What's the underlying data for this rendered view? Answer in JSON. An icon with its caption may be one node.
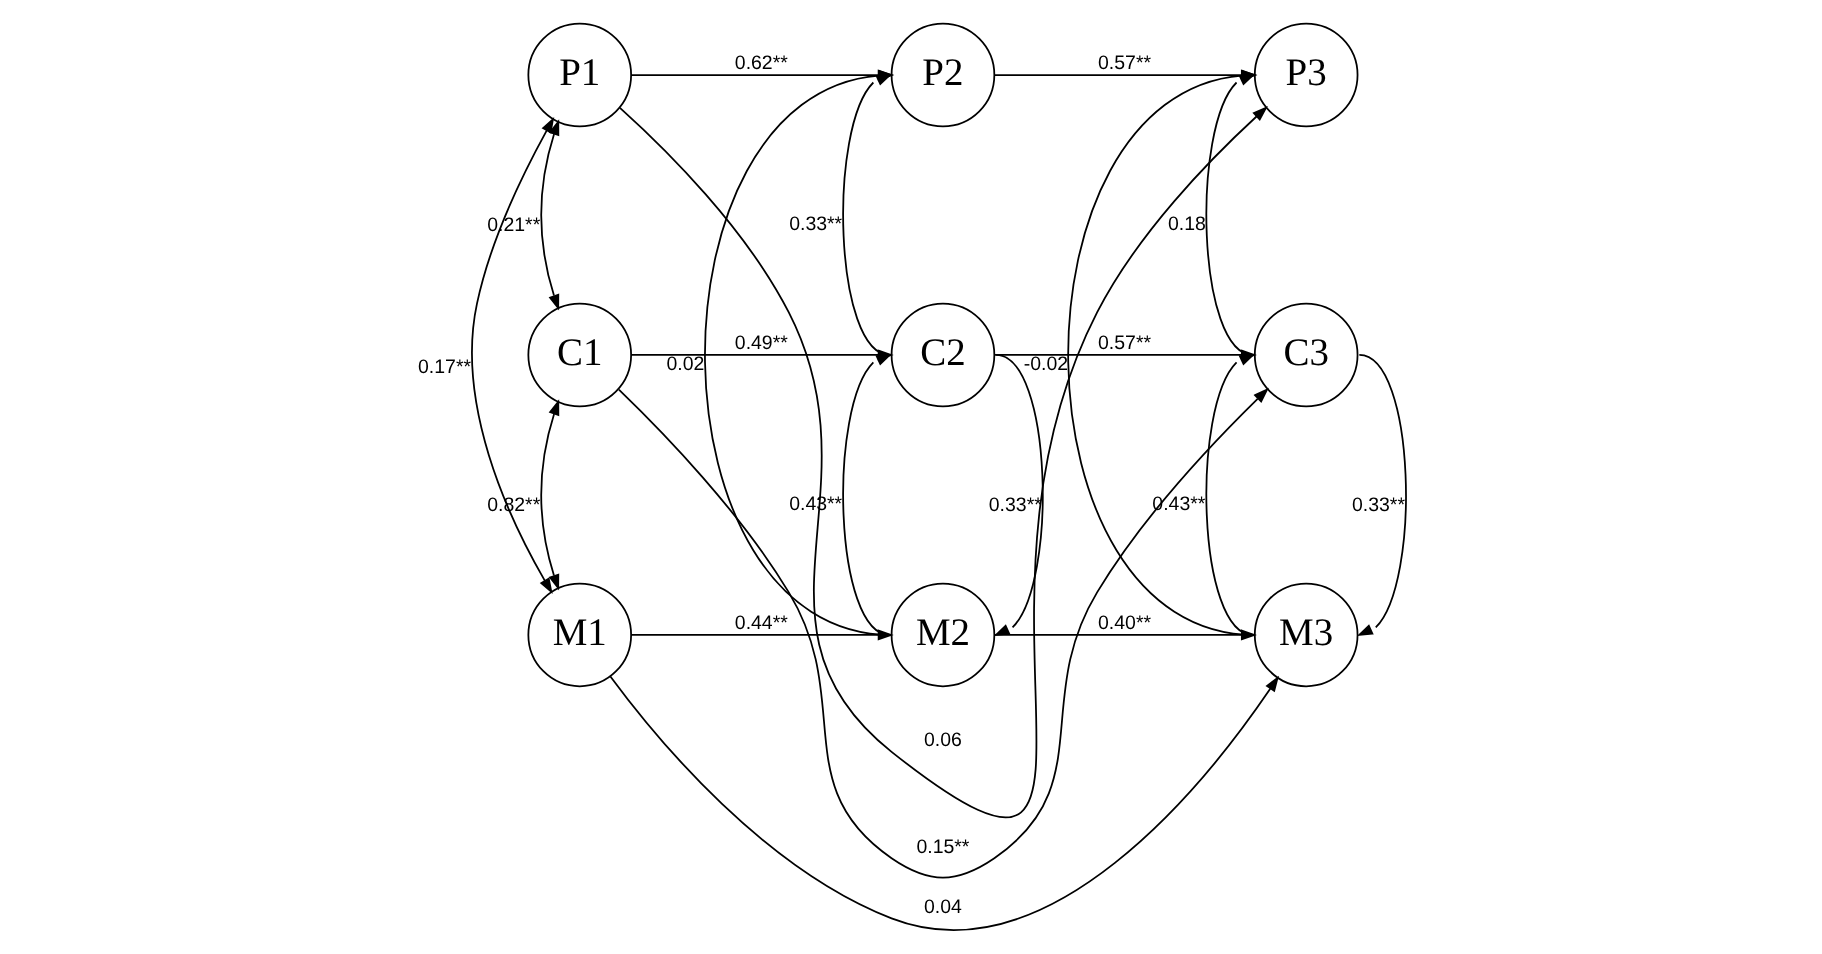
{
  "diagram": {
    "nodes": [
      {
        "text": [
          "P1"
        ]
      },
      {
        "text": [
          "P2"
        ]
      },
      {
        "text": [
          "P3"
        ]
      },
      {
        "text": [
          "C1"
        ]
      },
      {
        "text": [
          "C2"
        ]
      },
      {
        "text": [
          "C3"
        ]
      },
      {
        "text": [
          "M1"
        ]
      },
      {
        "text": [
          "M2"
        ]
      },
      {
        "text": [
          "M3"
        ]
      }
    ],
    "edges": [
      {
        "from": 0,
        "to": 2,
        "arrow": "to",
        "label": "0.06"
      },
      {
        "from": 0,
        "to": 1,
        "arrow": "to",
        "label": "0.62**"
      },
      {
        "from": 1,
        "to": 2,
        "arrow": "to",
        "label": "0.57**"
      },
      {
        "from": 4,
        "to": 1,
        "arrow": "to",
        "label": "0.33**"
      },
      {
        "from": 5,
        "to": 2,
        "arrow": "to",
        "label": "0.18"
      },
      {
        "from": 0,
        "to": 3,
        "arrow": "both",
        "label": "0.21**"
      },
      {
        "from": 0,
        "to": 6,
        "arrow": "both",
        "label": "0.17**"
      },
      {
        "from": 3,
        "to": 5,
        "arrow": "to",
        "label": "0.15**"
      },
      {
        "from": 3,
        "to": 4,
        "arrow": "to",
        "label": "0.49**"
      },
      {
        "from": 4,
        "to": 5,
        "arrow": "to",
        "label": "0.57**"
      },
      {
        "from": 7,
        "to": 1,
        "arrow": "to",
        "label": "0.02"
      },
      {
        "from": 8,
        "to": 2,
        "arrow": "to",
        "label": "-0.02"
      },
      {
        "from": 3,
        "to": 6,
        "arrow": "both",
        "label": "0.82**"
      },
      {
        "from": 7,
        "to": 4,
        "arrow": "to",
        "label": "0.43**"
      },
      {
        "from": 4,
        "to": 7,
        "arrow": "to",
        "label": "0.33**"
      },
      {
        "from": 8,
        "to": 5,
        "arrow": "to",
        "label": "0.43**"
      },
      {
        "from": 5,
        "to": 8,
        "arrow": "to",
        "label": "0.33**"
      },
      {
        "from": 6,
        "to": 8,
        "arrow": "to",
        "label": "0.04"
      },
      {
        "from": 6,
        "to": 7,
        "arrow": "to",
        "label": "0.44**"
      },
      {
        "from": 7,
        "to": 8,
        "arrow": "to",
        "label": "0.40**"
      }
    ]
  }
}
